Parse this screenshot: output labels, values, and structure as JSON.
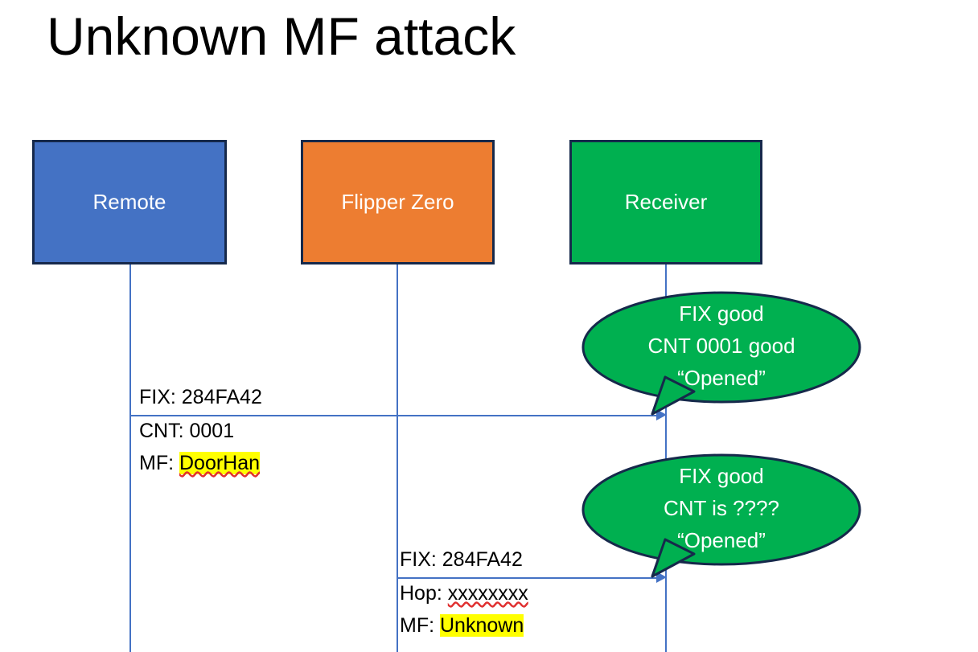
{
  "slide": {
    "title": "Unknown MF attack",
    "background_color": "#ffffff"
  },
  "colors": {
    "remote_box": "#4472c4",
    "flipper_box": "#ed7d31",
    "receiver_box": "#00b050",
    "box_border": "#16294b",
    "lifeline": "#4472c4",
    "arrow": "#4472c4",
    "callout_fill": "#00b050",
    "callout_border": "#16294b",
    "highlight": "#ffff00",
    "spellcheck_underline": "#e03030",
    "text_dark": "#000000",
    "text_light": "#ffffff"
  },
  "actors": [
    {
      "id": "remote",
      "label": "Remote"
    },
    {
      "id": "flipper",
      "label": "Flipper Zero"
    },
    {
      "id": "receiver",
      "label": "Receiver"
    }
  ],
  "messages": [
    {
      "id": "msg1",
      "from": "remote",
      "to": "receiver",
      "label_above": "FIX: 284FA42",
      "label_below_line1": "CNT: 0001",
      "label_below_line2_prefix": "MF: ",
      "label_below_line2_value": "DoorHan",
      "label_below_line2_highlighted": true,
      "label_below_line2_spellchecked": true
    },
    {
      "id": "msg2",
      "from": "flipper",
      "to": "receiver",
      "label_above": "FIX: 284FA42",
      "label_below_line1_prefix": "Hop: ",
      "label_below_line1_value": "xxxxxxxx",
      "label_below_line1_spellchecked": true,
      "label_below_line2_prefix": "MF: ",
      "label_below_line2_value": "Unknown",
      "label_below_line2_highlighted": true
    }
  ],
  "callouts": [
    {
      "id": "callout-1",
      "attached_to": "receiver",
      "lines": [
        "FIX good",
        "CNT 0001 good",
        "“Opened”"
      ]
    },
    {
      "id": "callout-2",
      "attached_to": "receiver",
      "lines": [
        "FIX good",
        "CNT is ????",
        "“Opened”"
      ]
    }
  ]
}
